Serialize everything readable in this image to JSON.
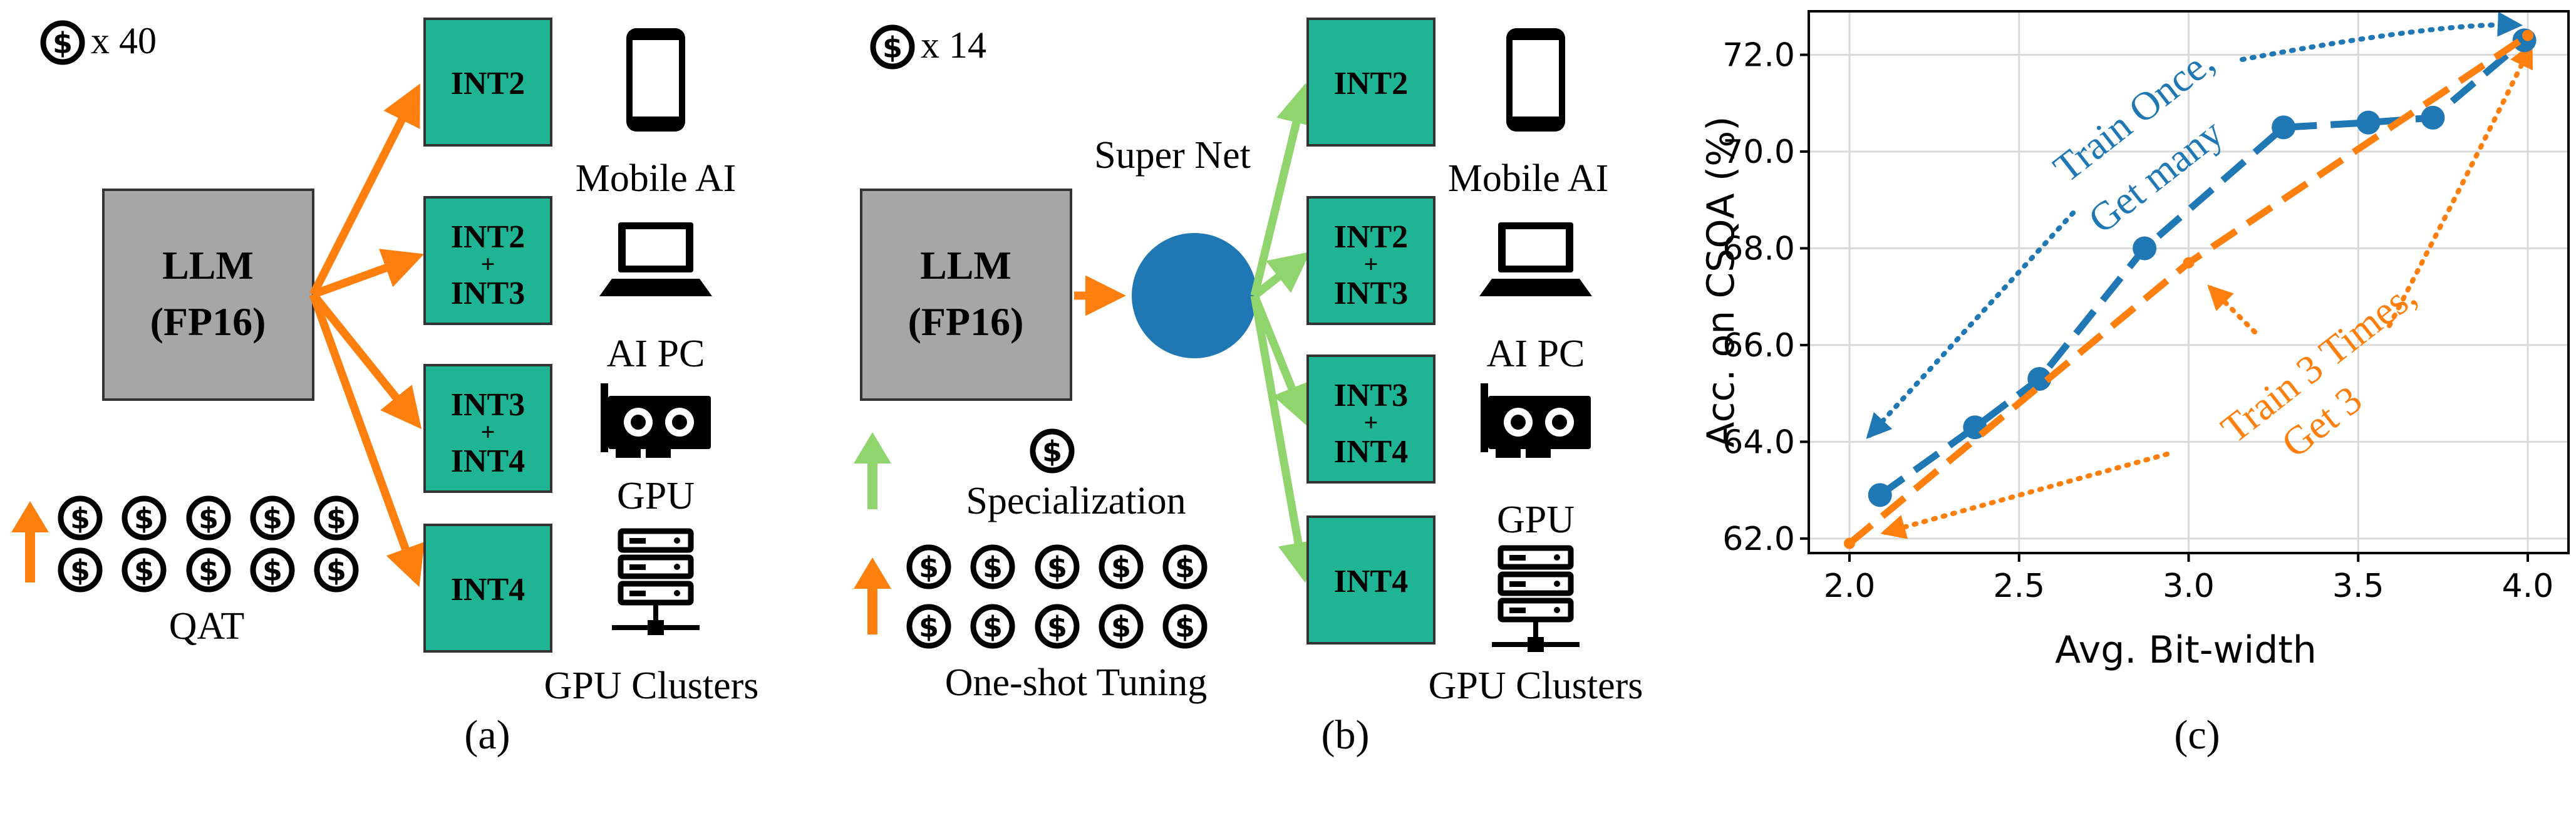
{
  "colors": {
    "teal": "#1fb594",
    "gray": "#a6a6a6",
    "orange": "#ff7f0e",
    "blue": "#1f77b4",
    "green": "#90d46e",
    "black": "#000000",
    "grid": "#d9d9d9"
  },
  "icons": [
    "coin-icon",
    "phone-icon",
    "laptop-icon",
    "gpu-icon",
    "server-icon",
    "up-arrow-icon"
  ],
  "panel_a": {
    "cost": "x 40",
    "llm_line1": "LLM",
    "llm_line2": "(FP16)",
    "boxes": [
      {
        "l1": "INT2",
        "plus": "",
        "l2": ""
      },
      {
        "l1": "INT2",
        "plus": "+",
        "l2": "INT3"
      },
      {
        "l1": "INT3",
        "plus": "+",
        "l2": "INT4"
      },
      {
        "l1": "INT4",
        "plus": "",
        "l2": ""
      }
    ],
    "devices": [
      "Mobile AI",
      "AI PC",
      "GPU",
      "GPU Clusters"
    ],
    "method": "QAT",
    "caption": "(a)"
  },
  "panel_b": {
    "cost": "x 14",
    "llm_line1": "LLM",
    "llm_line2": "(FP16)",
    "supernet": "Super Net",
    "boxes": [
      {
        "l1": "INT2",
        "plus": "",
        "l2": ""
      },
      {
        "l1": "INT2",
        "plus": "+",
        "l2": "INT3"
      },
      {
        "l1": "INT3",
        "plus": "+",
        "l2": "INT4"
      },
      {
        "l1": "INT4",
        "plus": "",
        "l2": ""
      }
    ],
    "devices": [
      "Mobile AI",
      "AI PC",
      "GPU",
      "GPU Clusters"
    ],
    "specialization": "Specialization",
    "tuning": "One-shot Tuning",
    "caption": "(b)"
  },
  "panel_c": {
    "caption": "(c)",
    "annot_blue_1": "Train Once,",
    "annot_blue_2": "Get many",
    "annot_orange_1": "Train 3 Times,",
    "annot_orange_2": "Get 3"
  },
  "chart_data": {
    "type": "line",
    "xlabel": "Avg. Bit-width",
    "ylabel": "Acc. on CSQA (%)",
    "xlim": [
      1.88,
      4.12
    ],
    "ylim": [
      61.7,
      72.9
    ],
    "xticks": [
      "2.0",
      "2.5",
      "3.0",
      "3.5",
      "4.0"
    ],
    "yticks": [
      "62.0",
      "64.0",
      "66.0",
      "68.0",
      "70.0",
      "72.0"
    ],
    "grid": true,
    "series": [
      {
        "color": "#1f77b4",
        "x": [
          2.09,
          2.37,
          2.56,
          2.87,
          3.28,
          3.53,
          3.72,
          3.99
        ],
        "y": [
          62.9,
          64.3,
          65.3,
          68.0,
          70.5,
          70.6,
          70.7,
          72.3
        ]
      },
      {
        "color": "#ff7f0e",
        "x": [
          2.0,
          3.0,
          4.0
        ],
        "y": [
          61.9,
          67.7,
          72.4
        ]
      }
    ]
  }
}
